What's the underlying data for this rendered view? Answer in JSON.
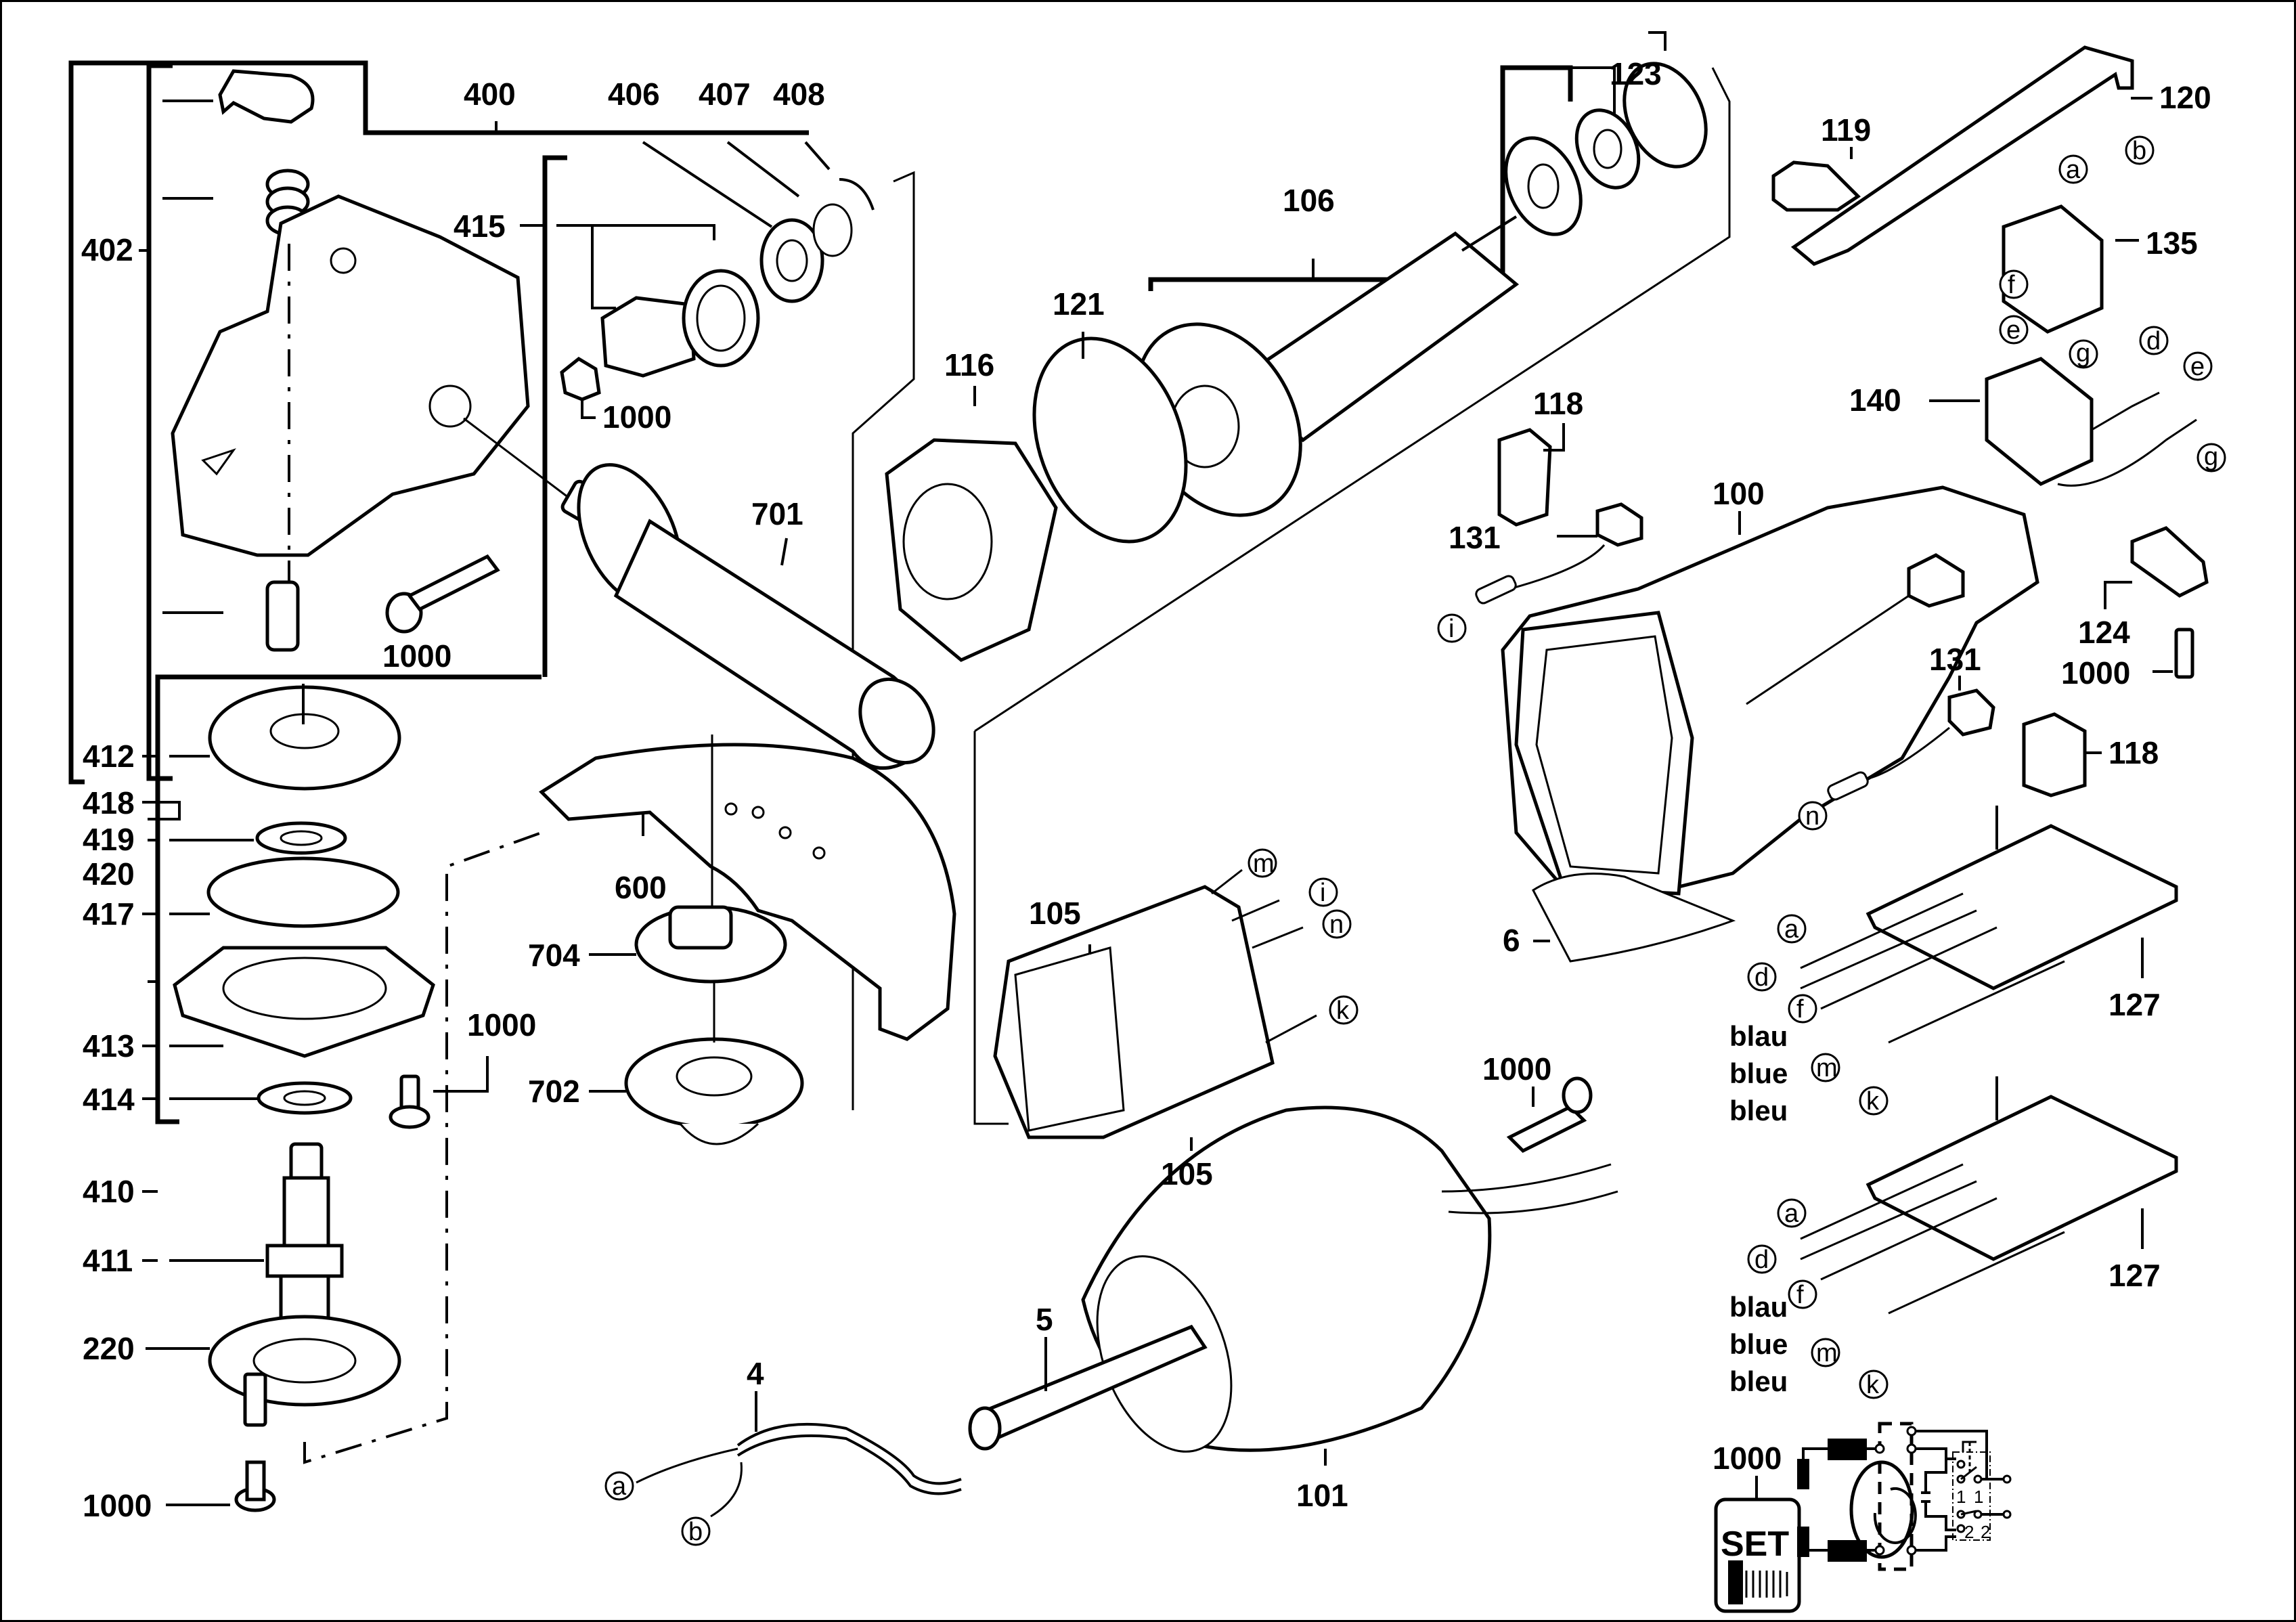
{
  "diagram": {
    "title": "Angle grinder exploded parts view",
    "callouts": [
      {
        "id": "c400",
        "text": "400"
      },
      {
        "id": "c406",
        "text": "406"
      },
      {
        "id": "c407",
        "text": "407"
      },
      {
        "id": "c408",
        "text": "408"
      },
      {
        "id": "c402",
        "text": "402"
      },
      {
        "id": "c415",
        "text": "415"
      },
      {
        "id": "c1000a",
        "text": "1000"
      },
      {
        "id": "c1000b",
        "text": "1000"
      },
      {
        "id": "c701",
        "text": "701"
      },
      {
        "id": "c106",
        "text": "106"
      },
      {
        "id": "c123",
        "text": "123"
      },
      {
        "id": "c121",
        "text": "121"
      },
      {
        "id": "c116",
        "text": "116"
      },
      {
        "id": "c119",
        "text": "119"
      },
      {
        "id": "c120",
        "text": "120"
      },
      {
        "id": "c135",
        "text": "135"
      },
      {
        "id": "c140",
        "text": "140"
      },
      {
        "id": "c118a",
        "text": "118"
      },
      {
        "id": "c131a",
        "text": "131"
      },
      {
        "id": "c100",
        "text": "100"
      },
      {
        "id": "c124",
        "text": "124"
      },
      {
        "id": "c1000c",
        "text": "1000"
      },
      {
        "id": "c131b",
        "text": "131"
      },
      {
        "id": "c118b",
        "text": "118"
      },
      {
        "id": "c412",
        "text": "412"
      },
      {
        "id": "c418",
        "text": "418"
      },
      {
        "id": "c419",
        "text": "419"
      },
      {
        "id": "c420",
        "text": "420"
      },
      {
        "id": "c417",
        "text": "417"
      },
      {
        "id": "c413",
        "text": "413"
      },
      {
        "id": "c414",
        "text": "414"
      },
      {
        "id": "c410",
        "text": "410"
      },
      {
        "id": "c411",
        "text": "411"
      },
      {
        "id": "c220",
        "text": "220"
      },
      {
        "id": "c1000d",
        "text": "1000"
      },
      {
        "id": "c1000e",
        "text": "1000"
      },
      {
        "id": "c600",
        "text": "600"
      },
      {
        "id": "c704",
        "text": "704"
      },
      {
        "id": "c702",
        "text": "702"
      },
      {
        "id": "c105a",
        "text": "105"
      },
      {
        "id": "c105b",
        "text": "105"
      },
      {
        "id": "c6",
        "text": "6"
      },
      {
        "id": "c127a",
        "text": "127"
      },
      {
        "id": "c127b",
        "text": "127"
      },
      {
        "id": "c1000f",
        "text": "1000"
      },
      {
        "id": "c5",
        "text": "5"
      },
      {
        "id": "c4",
        "text": "4"
      },
      {
        "id": "c101",
        "text": "101"
      },
      {
        "id": "c1000g",
        "text": "1000"
      }
    ],
    "wire_markers": {
      "a": "a",
      "b": "b",
      "d": "d",
      "e": "e",
      "f": "f",
      "g": "g",
      "i": "i",
      "k": "k",
      "m": "m",
      "n": "n"
    },
    "color_note": [
      "blau",
      "blue",
      "bleu"
    ],
    "set_badge": "SET",
    "schematic": {
      "switch_labels": [
        "1",
        "1",
        "2",
        "2"
      ],
      "switch_top": "T"
    }
  }
}
